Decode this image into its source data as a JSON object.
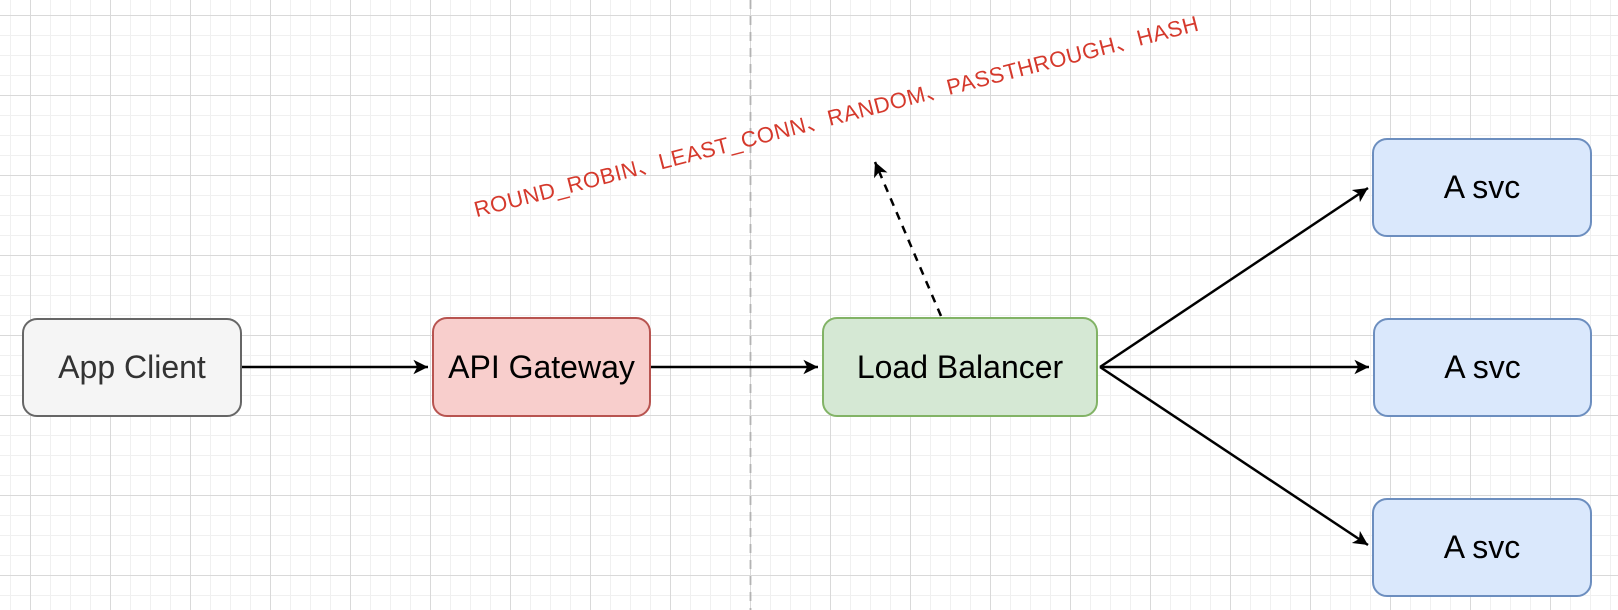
{
  "diagram": {
    "nodes": {
      "app_client": {
        "label": "App Client",
        "fill": "#f5f5f5",
        "stroke": "#666666",
        "text_color": "#333333"
      },
      "api_gateway": {
        "label": "API Gateway",
        "fill": "#f8cecc",
        "stroke": "#b85450",
        "text_color": "#000000"
      },
      "load_balancer": {
        "label": "Load Balancer",
        "fill": "#d5e8d4",
        "stroke": "#82b366",
        "text_color": "#000000"
      },
      "svc_top": {
        "label": "A svc",
        "fill": "#dae8fc",
        "stroke": "#6c8ebf",
        "text_color": "#000000"
      },
      "svc_middle": {
        "label": "A svc",
        "fill": "#dae8fc",
        "stroke": "#6c8ebf",
        "text_color": "#000000"
      },
      "svc_bottom": {
        "label": "A svc",
        "fill": "#dae8fc",
        "stroke": "#6c8ebf",
        "text_color": "#000000"
      }
    },
    "annotation": {
      "text": "ROUND_ROBIN、LEAST_CONN、RANDOM、PASSTHROUGH、HASH",
      "color": "#d5392c"
    },
    "edges": [
      {
        "from": "app_client",
        "to": "api_gateway",
        "style": "solid-arrow"
      },
      {
        "from": "api_gateway",
        "to": "load_balancer",
        "style": "solid-arrow"
      },
      {
        "from": "load_balancer",
        "to": "svc_top",
        "style": "solid-arrow"
      },
      {
        "from": "load_balancer",
        "to": "svc_middle",
        "style": "solid-arrow"
      },
      {
        "from": "load_balancer",
        "to": "svc_bottom",
        "style": "solid-arrow"
      },
      {
        "from": "load_balancer",
        "to": "annotation",
        "style": "dashed-arrow"
      }
    ],
    "guide": {
      "type": "vertical-dashed-line",
      "color": "#b3b3b3"
    }
  }
}
